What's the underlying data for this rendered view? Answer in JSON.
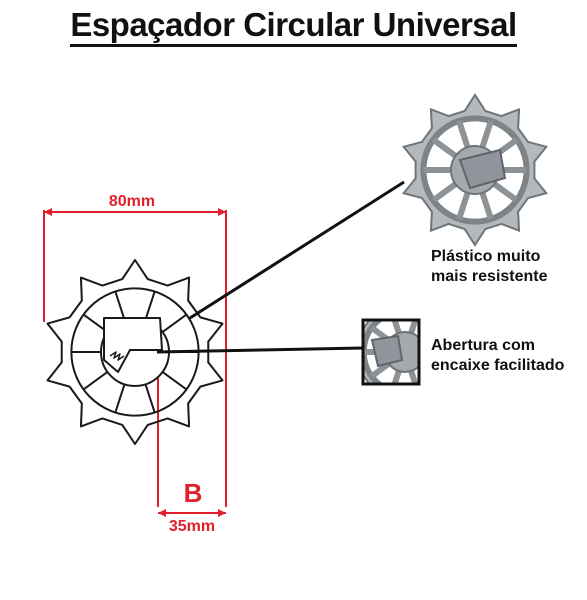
{
  "title": "Espaçador Circular Universal",
  "dimensions": {
    "width_label": "80mm",
    "depth_label": "35mm",
    "b_label": "B"
  },
  "callouts": {
    "plastic": {
      "line1": "Plástico muito",
      "line2": "mais resistente"
    },
    "opening": {
      "line1": "Abertura com",
      "line2": "encaixe facilitado"
    }
  },
  "colors": {
    "dimension": "#e0202a",
    "outline": "#1a1a1a",
    "plastic_gray": "#9aa0a4"
  }
}
